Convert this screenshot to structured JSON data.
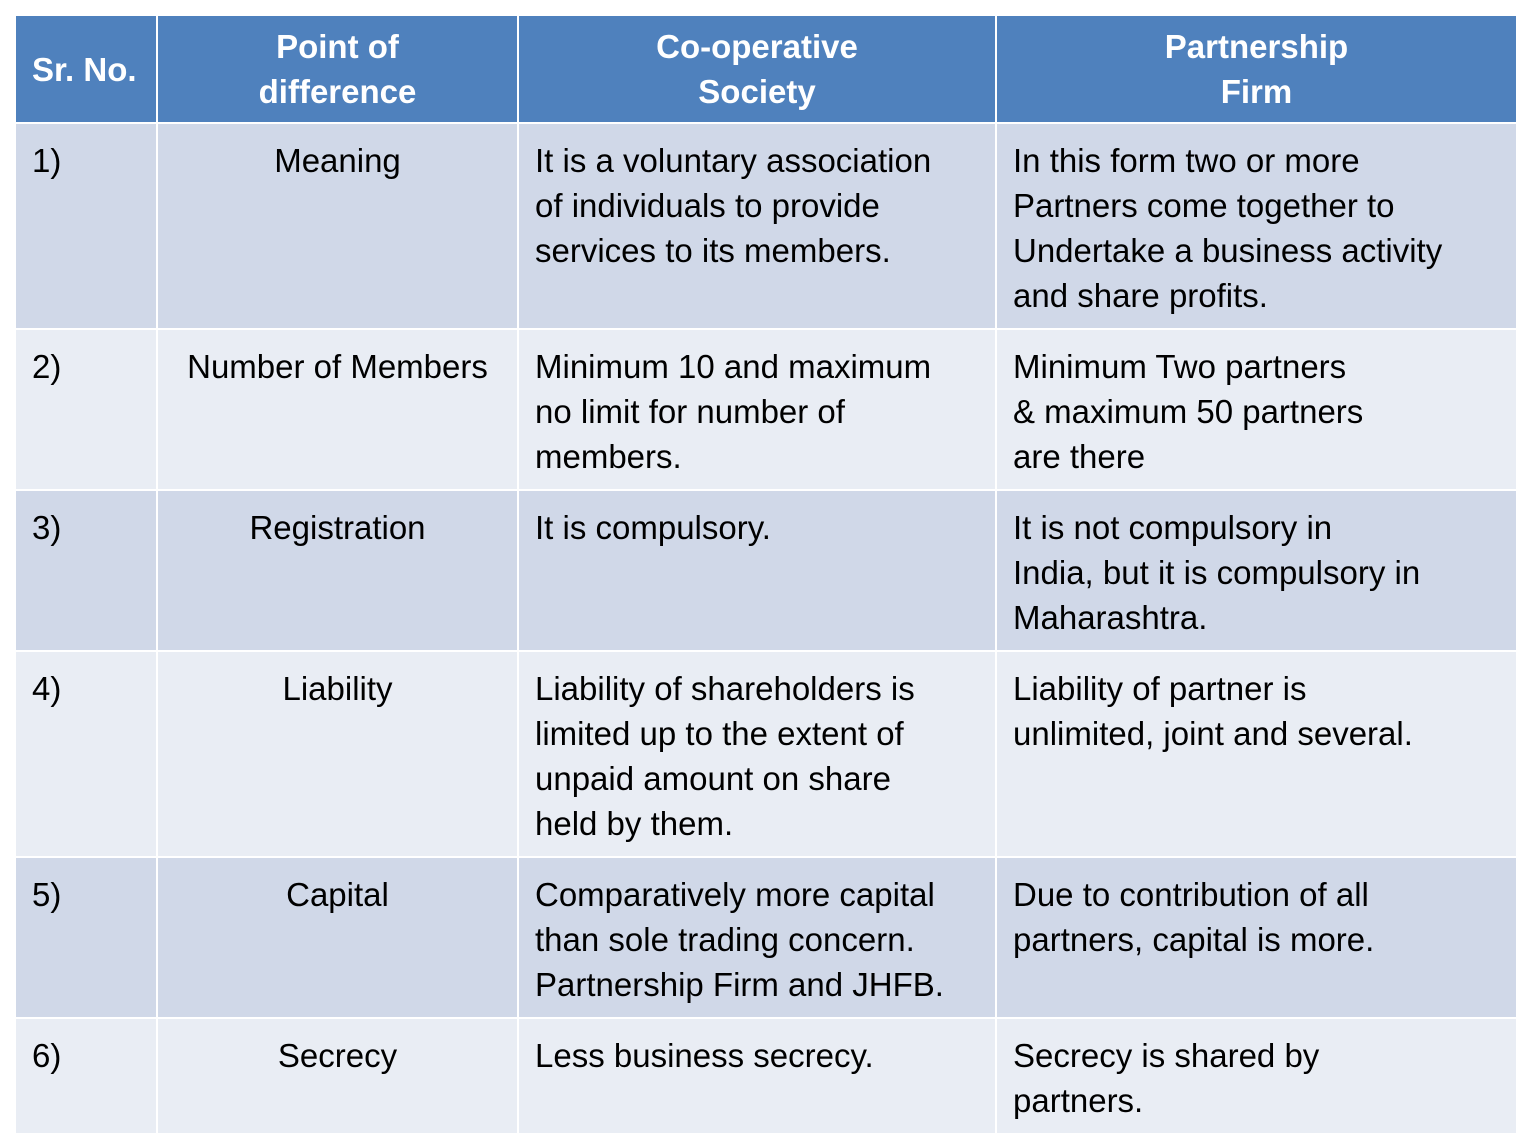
{
  "table": {
    "headers": [
      [
        "Sr. No."
      ],
      [
        "Point of",
        "difference"
      ],
      [
        "Co-operative",
        "Society"
      ],
      [
        "Partnership",
        "Firm"
      ]
    ],
    "rows": [
      {
        "sr": "1)",
        "point": "Meaning",
        "cooperative": [
          "It is a voluntary association",
          "of individuals to provide",
          "services to its members."
        ],
        "partnership": [
          "In this form two or more",
          "Partners come together to",
          "Undertake a business activity",
          "and share profits."
        ]
      },
      {
        "sr": "2)",
        "point": "Number of Members",
        "cooperative": [
          "Minimum 10 and maximum",
          "no limit for number of",
          "members."
        ],
        "partnership": [
          "Minimum Two partners",
          "& maximum 50 partners",
          "are there"
        ]
      },
      {
        "sr": "3)",
        "point": "Registration",
        "cooperative": [
          "It is compulsory."
        ],
        "partnership": [
          "It is not compulsory in",
          "India, but it is compulsory in",
          "Maharashtra."
        ]
      },
      {
        "sr": "4)",
        "point": "Liability",
        "cooperative": [
          "Liability of shareholders is",
          "limited up to the extent of",
          "unpaid amount on share",
          "held by them."
        ],
        "partnership": [
          "Liability of partner is",
          "unlimited, joint and several."
        ]
      },
      {
        "sr": "5)",
        "point": "Capital",
        "cooperative": [
          "Comparatively more capital",
          "than sole trading concern.",
          "Partnership Firm and JHFB."
        ],
        "partnership": [
          "Due to contribution of all",
          "partners, capital is more."
        ]
      },
      {
        "sr": "6)",
        "point": "Secrecy",
        "cooperative": [
          "Less business secrecy."
        ],
        "partnership": [
          "Secrecy is shared by",
          "partners."
        ]
      }
    ]
  },
  "colors": {
    "header_bg": "#4f81bd",
    "row_odd_bg": "#d0d8e8",
    "row_even_bg": "#e9edf4",
    "header_text": "#ffffff",
    "body_text": "#000000"
  }
}
